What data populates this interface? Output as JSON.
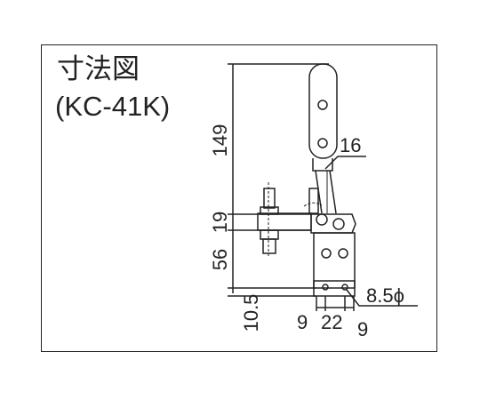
{
  "title": "寸法図",
  "model": "(KC-41K)",
  "dimensions": {
    "d149": "149",
    "d19": "19",
    "d56": "56",
    "d10_5": "10.5",
    "d16": "16",
    "d9_left": "9",
    "d22": "22",
    "d9_right": "9",
    "hole": "8.5ϕ"
  }
}
